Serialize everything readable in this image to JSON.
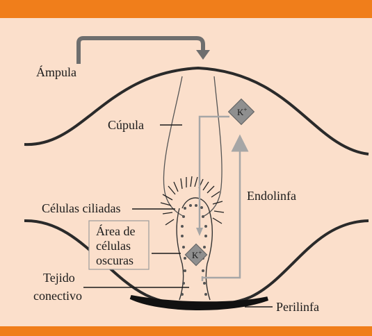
{
  "figure": {
    "colors": {
      "frame_orange": "#f07e1b",
      "panel_fill": "#fbdfcb",
      "ink": "#1a1a1a",
      "membrane": "#2a2a2a",
      "arrow_grey": "#a6a6a6",
      "k_diamond": "#8f8f8f",
      "label_box_border": "#9b9b9b"
    },
    "labels": {
      "ampula": "Ámpula",
      "cupula": "Cúpula",
      "celulas_ciliadas": "Células ciliadas",
      "area_line1": "Área de",
      "area_line2": "células",
      "area_line3": "oscuras",
      "tejido_line1": "Tejido",
      "tejido_line2": "conectivo",
      "endolinfa": "Endolinfa",
      "perilinfa": "Perilinfa"
    },
    "ion_markers": {
      "upper": {
        "symbol": "K",
        "charge": "+"
      },
      "lower": {
        "symbol": "K",
        "charge": "+"
      }
    }
  }
}
